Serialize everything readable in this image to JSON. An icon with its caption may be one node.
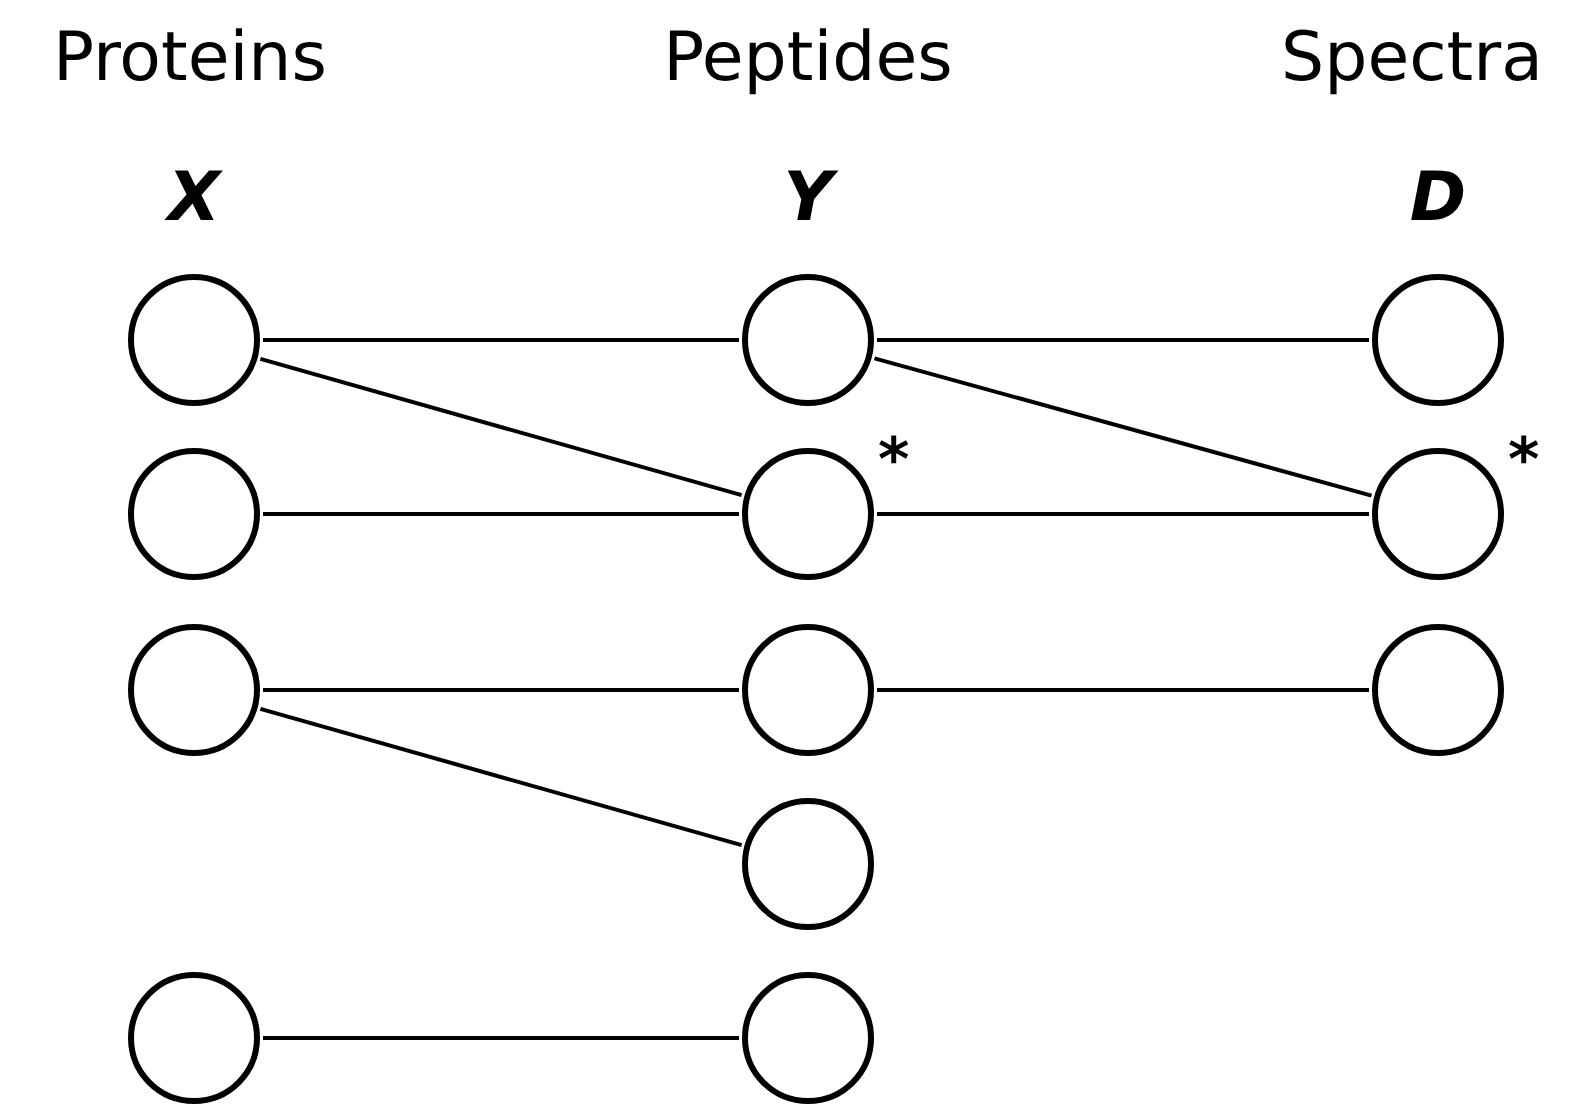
{
  "diagram": {
    "nodes": [
      {
        "text": [],
        "shape": "circle"
      },
      {
        "text": [],
        "shape": "circle"
      },
      {
        "text": [],
        "shape": "circle"
      },
      {
        "text": [],
        "shape": "circle"
      },
      {
        "text": [],
        "shape": "circle"
      },
      {
        "text": [],
        "shape": "circle",
        "beside": [
          "*"
        ]
      },
      {
        "text": [],
        "shape": "circle"
      },
      {
        "text": [],
        "shape": "circle"
      },
      {
        "text": [],
        "shape": "circle"
      },
      {
        "text": [],
        "shape": "circle"
      },
      {
        "text": [],
        "shape": "circle",
        "beside": [
          "*"
        ]
      },
      {
        "text": [],
        "shape": "circle"
      }
    ],
    "edges": [
      {
        "from": 0,
        "to": 4,
        "arrow": "none"
      },
      {
        "from": 0,
        "to": 5,
        "arrow": "none"
      },
      {
        "from": 1,
        "to": 5,
        "arrow": "none"
      },
      {
        "from": 2,
        "to": 6,
        "arrow": "none"
      },
      {
        "from": 2,
        "to": 7,
        "arrow": "none"
      },
      {
        "from": 3,
        "to": 8,
        "arrow": "none"
      },
      {
        "from": 4,
        "to": 9,
        "arrow": "none"
      },
      {
        "from": 4,
        "to": 10,
        "arrow": "none"
      },
      {
        "from": 5,
        "to": 10,
        "arrow": "none"
      },
      {
        "from": 6,
        "to": 11,
        "arrow": "none"
      }
    ],
    "labels": [
      "Proteins",
      "Peptides",
      "Spectra",
      "X",
      "Y",
      "D"
    ]
  }
}
